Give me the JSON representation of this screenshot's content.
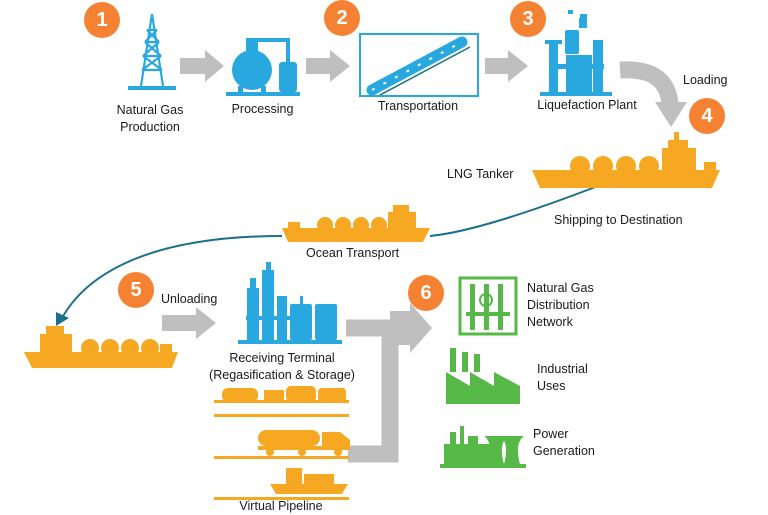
{
  "colors": {
    "orange": "#f58233",
    "gold": "#f7a823",
    "blue": "#29a8df",
    "green": "#55b847",
    "gray": "#bfbfbf",
    "teal": "#1b6f8a"
  },
  "steps": [
    {
      "number": "1"
    },
    {
      "number": "2"
    },
    {
      "number": "3"
    },
    {
      "number": "4"
    },
    {
      "number": "5"
    },
    {
      "number": "6"
    }
  ],
  "labels": {
    "production": "Natural Gas\nProduction",
    "processing": "Processing",
    "transportation": "Transportation",
    "liquefaction": "Liquefaction Plant",
    "loading": "Loading",
    "lng_tanker": "LNG Tanker",
    "shipping": "Shipping to Destination",
    "ocean_transport": "Ocean Transport",
    "unloading": "Unloading",
    "receiving_terminal": "Receiving Terminal\n(Regasification & Storage)",
    "virtual_pipeline": "Virtual Pipeline",
    "distribution": "Natural Gas\nDistribution\nNetwork",
    "industrial": "Industrial\nUses",
    "power": "Power\nGeneration"
  }
}
